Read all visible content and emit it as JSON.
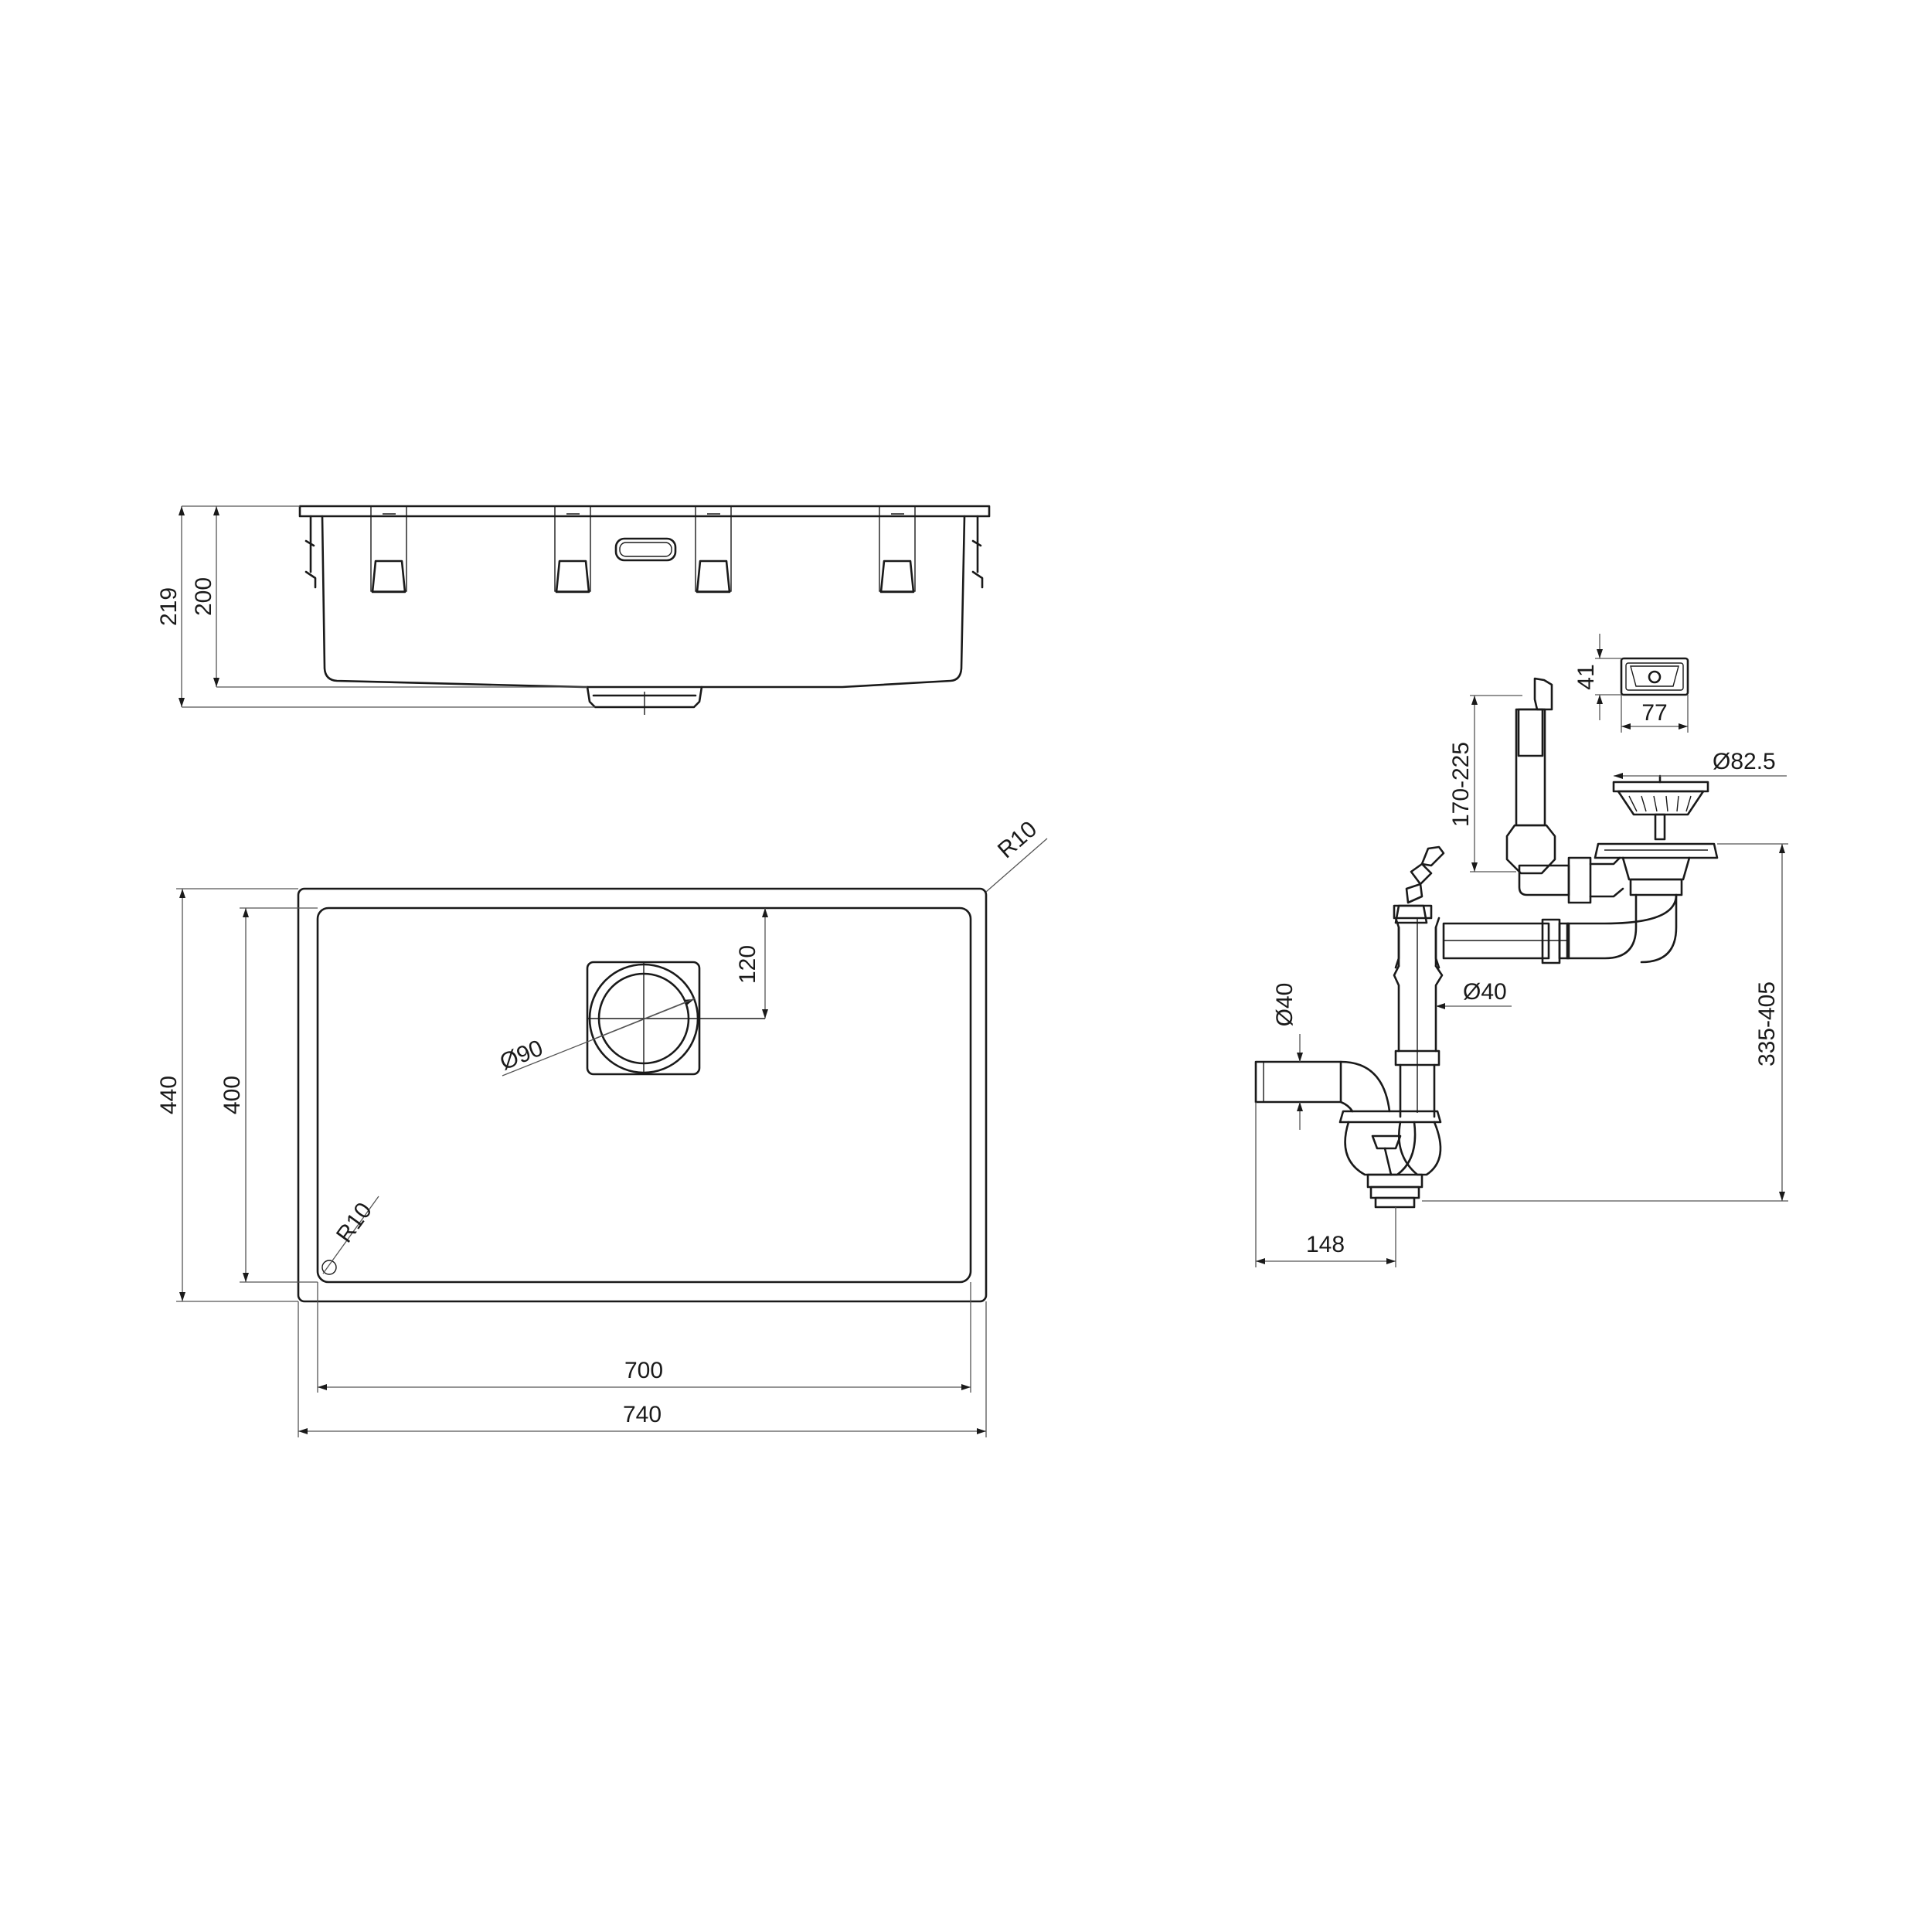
{
  "drawing": {
    "type": "technical drawing",
    "side_view": {
      "height_total": "219",
      "height_bowl": "200"
    },
    "top_view": {
      "corner_radius_outer": "R10",
      "corner_radius_inner": "R10",
      "drain_offset": "120",
      "drain_diameter": "Ø90",
      "height_outer": "440",
      "height_inner": "400",
      "width_inner": "700",
      "width_outer": "740"
    },
    "siphon": {
      "overflow_height": "41",
      "overflow_width": "77",
      "overflow_length": "170-225",
      "strainer_diameter": "Ø82.5",
      "pipe_diameter": "Ø40",
      "outlet_diameter": "Ø40",
      "siphon_height": "335-405",
      "outlet_offset": "148"
    }
  }
}
